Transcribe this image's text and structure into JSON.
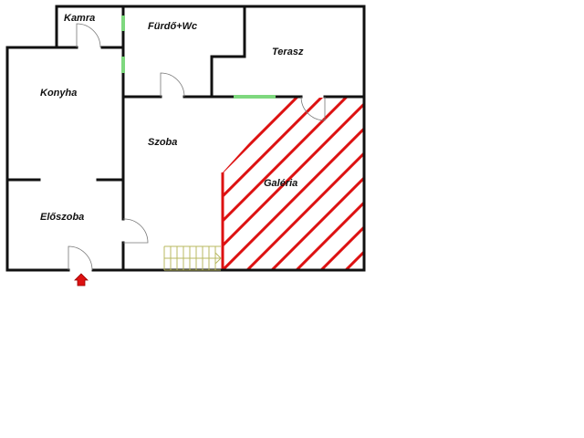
{
  "rooms": {
    "kamra": "Kamra",
    "furdo": "Fürdő+Wc",
    "terasz": "Terasz",
    "konyha": "Konyha",
    "szoba": "Szoba",
    "galeria": "Galéria",
    "eloszoba": "Előszoba"
  },
  "colors": {
    "wall": "#111111",
    "window": "#7ed87e",
    "hatch": "#dd1111",
    "stairs": "#b8b860",
    "entrance_arrow": "#dd1111"
  }
}
